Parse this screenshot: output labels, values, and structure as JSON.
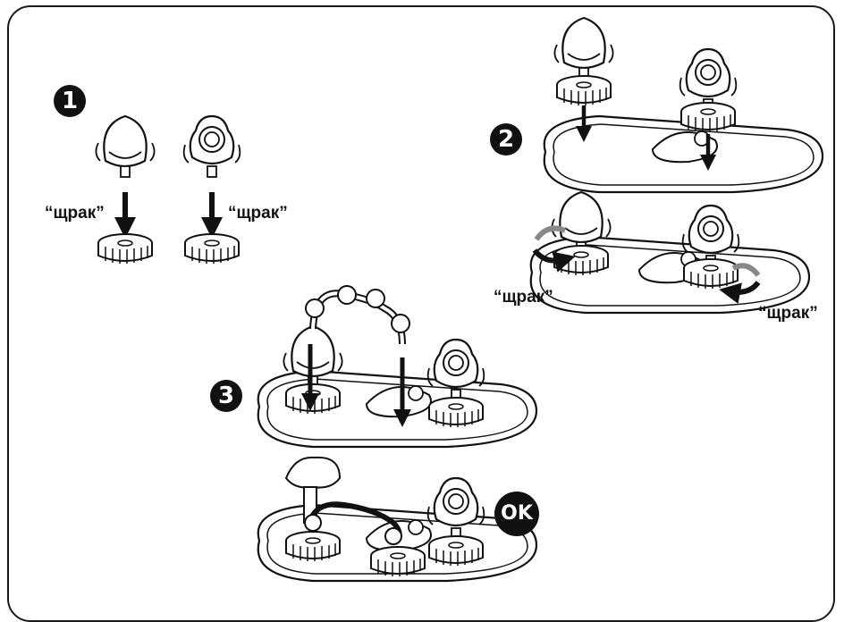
{
  "steps": {
    "step1": "1",
    "step2": "2",
    "step3": "3",
    "ok": "OK"
  },
  "labels": {
    "snap_1_left": "“щрак”",
    "snap_1_right": "“щрак”",
    "snap_2_left": "“щрак”",
    "snap_2_right": "“щрак”"
  }
}
